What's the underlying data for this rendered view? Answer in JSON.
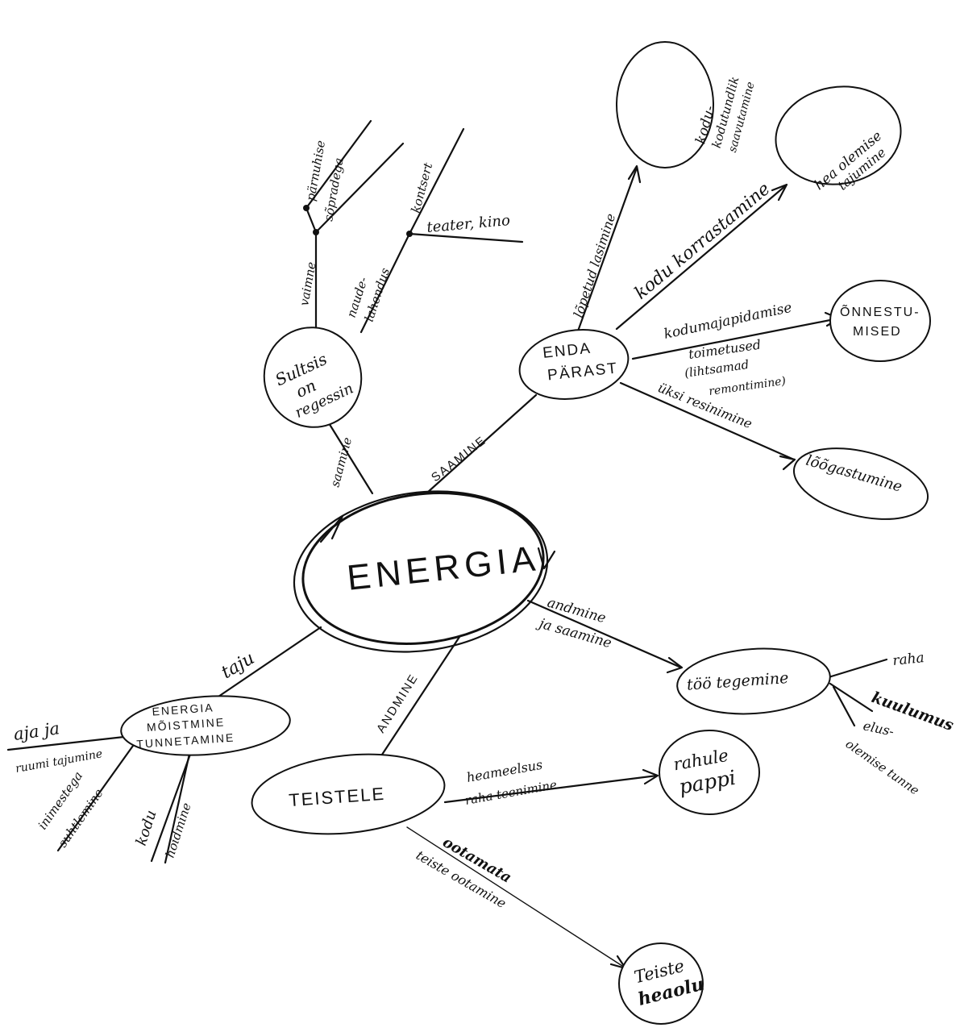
{
  "mindmap": {
    "center": {
      "label": "ENERGIA"
    },
    "nodes": {
      "sultsis": {
        "lines": [
          "Sultsis",
          "on",
          "regessin"
        ]
      },
      "enda_parast": {
        "lines": [
          "ENDA",
          "PÄRAST"
        ]
      },
      "kodu_kodutunde": {
        "lines": [
          "kodu-",
          "kodutundlik",
          "saavutamine"
        ]
      },
      "hea_olemise": {
        "lines": [
          "hea olemise",
          "tajumine"
        ]
      },
      "onnestumised": {
        "lines": [
          "ÕNNESTU-",
          "MISED"
        ]
      },
      "loogastumine": {
        "lines": [
          "lõõgastumine"
        ]
      },
      "too_tegemine": {
        "lines": [
          "töö tegemine"
        ]
      },
      "energia_moistmine": {
        "lines": [
          "ENERGIA",
          "MÕISTMINE",
          "TUNNETAMINE"
        ]
      },
      "teistele": {
        "lines": [
          "TEISTELE"
        ]
      },
      "rahule_pappi": {
        "lines": [
          "rahule",
          "pappi"
        ]
      },
      "teiste_heaolu": {
        "lines": [
          "Teiste",
          "heaolu"
        ]
      }
    },
    "labels": {
      "saamine_left": "saamine",
      "saamine_right": "SAAMINE",
      "andmine": "ANDMINE",
      "taju": "taju",
      "andmine_ja_saamine": [
        "andmine",
        "ja saamine"
      ],
      "vaimne": "vaimne",
      "parnu": "pärnuhise",
      "sopradega": "sõpradega",
      "kontsert": "kontsert",
      "teater_kino": "teater, kino",
      "naudelahendus": [
        "naude-",
        "lahendus"
      ],
      "loputud_lasimine": "lõpetud lasimine",
      "kodu_korrastamine": "kodu korrastamine",
      "kodumajapidamise": "kodumajapidamise",
      "toimetused": [
        "toimetused",
        "(lihtsamad",
        "remontimine)"
      ],
      "uksi_resinimine": "üksi resinimine",
      "raha": "raha",
      "kuulumus": "kuulumus",
      "elus_olemise_tunne": [
        "elus-",
        "olemise tunne"
      ],
      "aja_ja": "aja ja",
      "ruumi_tajumine": "ruumi tajumine",
      "inimestega_suhtlemine": [
        "inimestega",
        "suhtlemine"
      ],
      "kodu": "kodu",
      "hoidmine": "hoidmine",
      "heameelsus": "heameelsus",
      "raha_teenimine": "raha teenimine",
      "ootamata": "ootamata",
      "teiste_ootamine": "teiste ootamine"
    }
  }
}
